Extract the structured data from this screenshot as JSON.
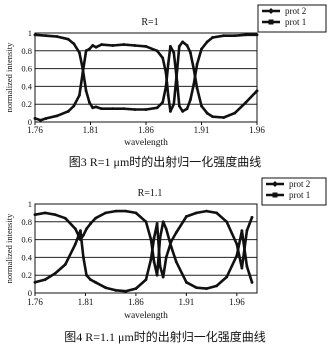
{
  "chart_data": [
    {
      "type": "line",
      "title": "R=1",
      "xlabel": "wavelength",
      "ylabel": "normalized intensity",
      "xlim": [
        1.76,
        1.96
      ],
      "ylim": [
        0,
        1
      ],
      "x_ticks": [
        "1.76",
        "1.81",
        "1.86",
        "1.91",
        "1.96"
      ],
      "y_ticks": [
        "0",
        "0.2",
        "0.4",
        "0.6",
        "0.8",
        "1"
      ],
      "grid": "horizontal",
      "legend_position": "top-right-outside",
      "legend": [
        "prot 2",
        "prot 1"
      ],
      "series": [
        {
          "name": "prot 2",
          "x": [
            1.76,
            1.77,
            1.78,
            1.79,
            1.795,
            1.8,
            1.803,
            1.806,
            1.809,
            1.812,
            1.815,
            1.82,
            1.83,
            1.84,
            1.85,
            1.86,
            1.87,
            1.875,
            1.878,
            1.88,
            1.882,
            1.885,
            1.888,
            1.89,
            1.893,
            1.897,
            1.9,
            1.903,
            1.906,
            1.91,
            1.915,
            1.92,
            1.93,
            1.94,
            1.95,
            1.96
          ],
          "y": [
            0.98,
            0.97,
            0.96,
            0.93,
            0.88,
            0.78,
            0.6,
            0.35,
            0.22,
            0.16,
            0.17,
            0.15,
            0.15,
            0.15,
            0.14,
            0.14,
            0.16,
            0.22,
            0.4,
            0.65,
            0.85,
            0.78,
            0.45,
            0.18,
            0.12,
            0.15,
            0.25,
            0.42,
            0.65,
            0.82,
            0.9,
            0.95,
            0.97,
            0.97,
            0.98,
            0.98
          ]
        },
        {
          "name": "prot 1",
          "x": [
            1.76,
            1.765,
            1.77,
            1.78,
            1.79,
            1.795,
            1.8,
            1.803,
            1.806,
            1.809,
            1.812,
            1.815,
            1.82,
            1.83,
            1.84,
            1.85,
            1.86,
            1.87,
            1.875,
            1.878,
            1.88,
            1.882,
            1.885,
            1.888,
            1.89,
            1.893,
            1.897,
            1.9,
            1.903,
            1.906,
            1.91,
            1.915,
            1.92,
            1.93,
            1.94,
            1.95,
            1.96
          ],
          "y": [
            0.04,
            0.02,
            0.04,
            0.07,
            0.12,
            0.18,
            0.3,
            0.55,
            0.8,
            0.82,
            0.86,
            0.84,
            0.87,
            0.86,
            0.87,
            0.86,
            0.85,
            0.8,
            0.72,
            0.55,
            0.3,
            0.12,
            0.2,
            0.58,
            0.85,
            0.9,
            0.86,
            0.78,
            0.6,
            0.38,
            0.18,
            0.1,
            0.06,
            0.05,
            0.1,
            0.22,
            0.35
          ]
        }
      ]
    },
    {
      "type": "line",
      "title": "R=1.1",
      "xlabel": "wavelength",
      "ylabel": "normalized intensity",
      "xlim": [
        1.76,
        1.98
      ],
      "ylim": [
        0,
        1
      ],
      "x_ticks": [
        "1.76",
        "1.81",
        "1.86",
        "1.91",
        "1.96"
      ],
      "y_ticks": [
        "0",
        "0.2",
        "0.4",
        "0.6",
        "0.8",
        "1"
      ],
      "grid": "horizontal",
      "legend_position": "top-right-outside",
      "legend": [
        "prot 2",
        "prot 1"
      ],
      "series": [
        {
          "name": "prot 2",
          "x": [
            1.76,
            1.77,
            1.78,
            1.79,
            1.8,
            1.805,
            1.808,
            1.811,
            1.815,
            1.82,
            1.83,
            1.84,
            1.85,
            1.86,
            1.87,
            1.875,
            1.878,
            1.881,
            1.884,
            1.887,
            1.89,
            1.895,
            1.9,
            1.91,
            1.92,
            1.93,
            1.94,
            1.95,
            1.96,
            1.965,
            1.97,
            1.975
          ],
          "y": [
            0.88,
            0.9,
            0.88,
            0.84,
            0.72,
            0.6,
            0.65,
            0.72,
            0.78,
            0.84,
            0.9,
            0.92,
            0.92,
            0.9,
            0.8,
            0.6,
            0.35,
            0.2,
            0.62,
            0.8,
            0.72,
            0.52,
            0.35,
            0.12,
            0.06,
            0.05,
            0.08,
            0.18,
            0.42,
            0.7,
            0.3,
            0.12
          ]
        },
        {
          "name": "prot 1",
          "x": [
            1.76,
            1.77,
            1.78,
            1.79,
            1.8,
            1.805,
            1.808,
            1.811,
            1.815,
            1.82,
            1.83,
            1.84,
            1.85,
            1.86,
            1.87,
            1.875,
            1.878,
            1.881,
            1.884,
            1.887,
            1.89,
            1.895,
            1.9,
            1.91,
            1.92,
            1.93,
            1.94,
            1.95,
            1.96,
            1.965,
            1.97,
            1.975
          ],
          "y": [
            0.12,
            0.15,
            0.22,
            0.32,
            0.55,
            0.7,
            0.4,
            0.2,
            0.15,
            0.12,
            0.06,
            0.03,
            0.02,
            0.05,
            0.15,
            0.38,
            0.62,
            0.78,
            0.3,
            0.18,
            0.4,
            0.58,
            0.68,
            0.86,
            0.9,
            0.92,
            0.9,
            0.8,
            0.55,
            0.28,
            0.7,
            0.85
          ]
        }
      ]
    }
  ],
  "captions": [
    {
      "label": "图3",
      "text": "R=1 μm时的出射归一化强度曲线"
    },
    {
      "label": "图4",
      "text": "R=1.1 μm时的出射归一化强度曲线"
    }
  ]
}
